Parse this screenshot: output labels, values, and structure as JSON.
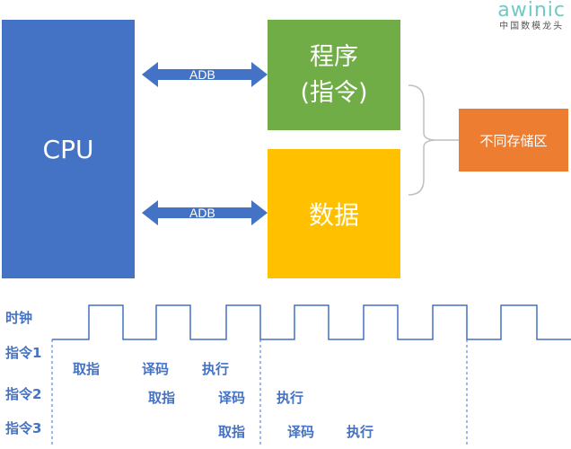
{
  "logo": {
    "word": "awinic",
    "tagline": "中国数模龙头"
  },
  "blocks": {
    "cpu": "CPU",
    "program_line1": "程序",
    "program_line2": "(指令)",
    "data": "数据",
    "storage": "不同存储区"
  },
  "buses": {
    "top": "ADB",
    "bottom": "ADB"
  },
  "timing": {
    "clock_label": "时钟",
    "rows": [
      {
        "label": "指令1",
        "stages": [
          "取指",
          "译码",
          "执行"
        ]
      },
      {
        "label": "指令2",
        "stages": [
          "取指",
          "译码",
          "执行"
        ]
      },
      {
        "label": "指令3",
        "stages": [
          "取指",
          "译码",
          "执行"
        ]
      }
    ]
  },
  "colors": {
    "cpu": "#4472C4",
    "program": "#70AD47",
    "data": "#FFC000",
    "storage": "#ED7D31",
    "arrow": "#4472C4",
    "text": "#4472C4"
  }
}
